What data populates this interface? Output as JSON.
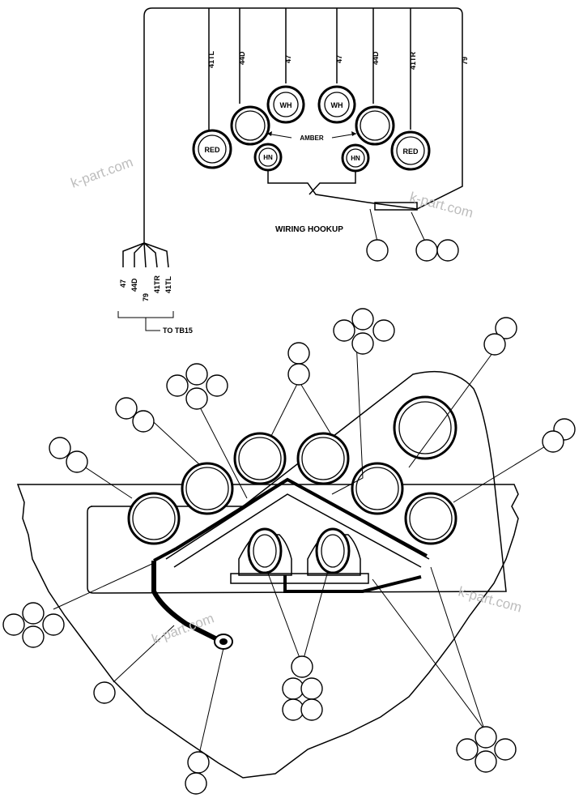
{
  "wire_labels": [
    "41TL",
    "44D",
    "47",
    "47",
    "44D",
    "41TR",
    "79"
  ],
  "lamp_labels": {
    "red": "RED",
    "white": "WH",
    "horn": "HN"
  },
  "amber_label": "AMBER",
  "wiring_title": "WIRING HOOKUP",
  "bundle_labels": [
    "47",
    "44D",
    "79",
    "41TR",
    "41TL"
  ],
  "to_tb": "TO TB15",
  "watermark": "k-part.com"
}
